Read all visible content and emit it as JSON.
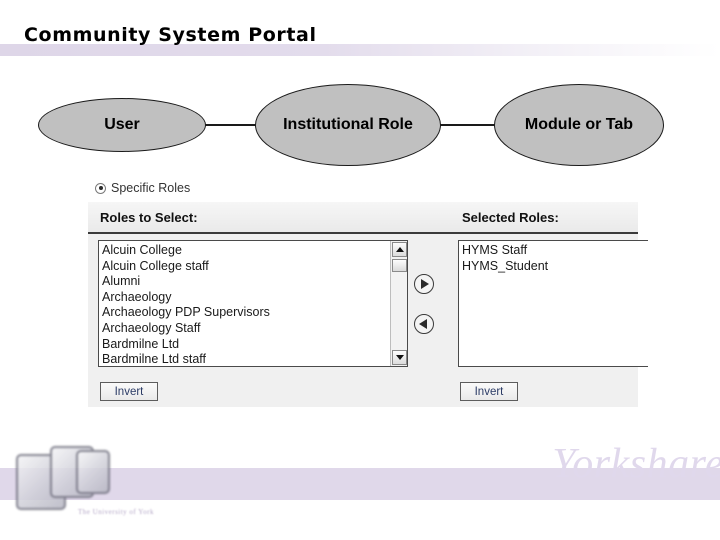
{
  "page": {
    "title": "Community System Portal"
  },
  "diagram": {
    "nodes": [
      {
        "id": "user",
        "label": "User"
      },
      {
        "id": "role",
        "label": "Institutional Role"
      },
      {
        "id": "module",
        "label": "Module or Tab"
      }
    ]
  },
  "form": {
    "radio": {
      "label": "Specific Roles",
      "selected": true
    },
    "left_panel": {
      "header": "Roles to Select:",
      "items": [
        "Alcuin College",
        "Alcuin College staff",
        "Alumni",
        "Archaeology",
        "Archaeology PDP Supervisors",
        "Archaeology Staff",
        "Bardmilne Ltd",
        "Bardmilne Ltd staff"
      ],
      "invert_label": "Invert",
      "scrollbar": {
        "up_icon": "triangle-up-icon",
        "down_icon": "triangle-down-icon"
      }
    },
    "right_panel": {
      "header": "Selected Roles:",
      "items": [
        "HYMS Staff",
        "HYMS_Student"
      ],
      "invert_label": "Invert"
    },
    "transfer": {
      "add_icon": "arrow-right-circle-icon",
      "remove_icon": "arrow-left-circle-icon"
    }
  },
  "footer": {
    "brand_mark": "Yorkshare",
    "logo_caption": "The University of York"
  },
  "colors": {
    "node_fill": "#c0c0c0",
    "band_purple": "#d7cde4",
    "panel_bg": "#f0f0f0",
    "button_text": "#2b3b66"
  }
}
